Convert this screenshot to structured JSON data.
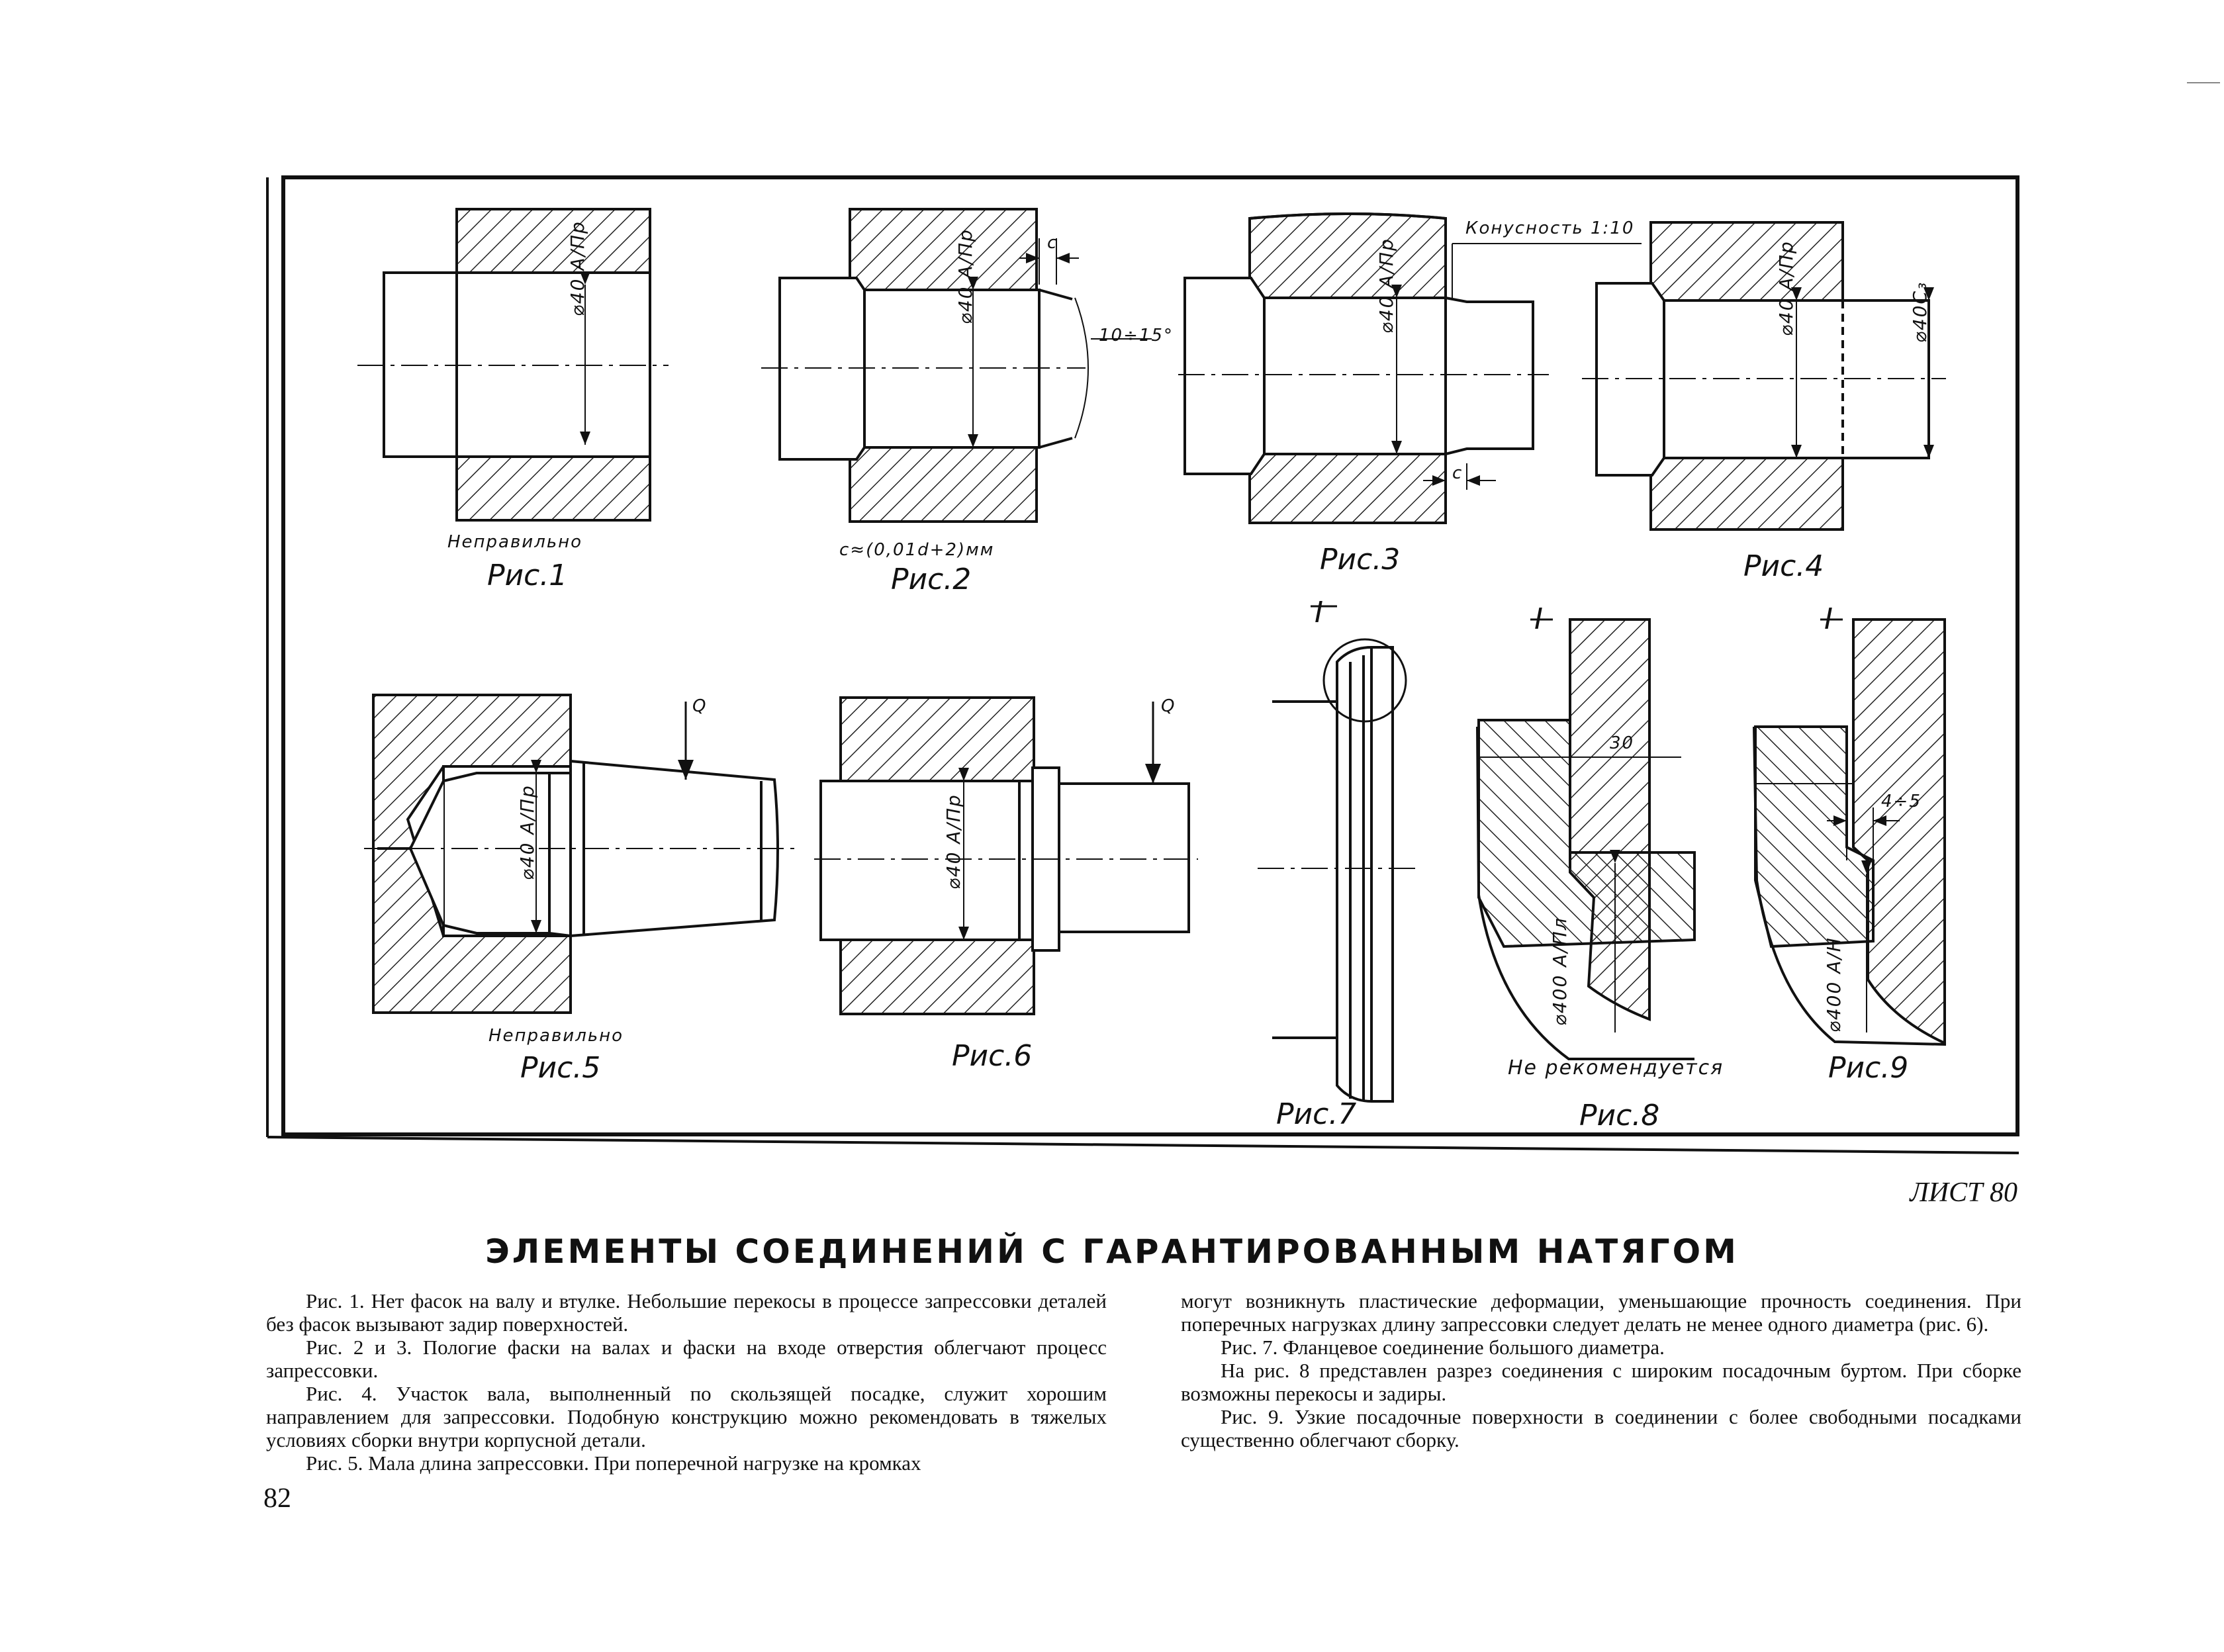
{
  "sheet": {
    "label": "ЛИСТ 80"
  },
  "title": "ЭЛЕМЕНТЫ СОЕДИНЕНИЙ С ГАРАНТИРОВАННЫМ НАТЯГОМ",
  "page_number": "82",
  "figures": {
    "fig1": {
      "caption": "Рис.1",
      "note": "Неправильно",
      "fit": "⌀40 А/Пр"
    },
    "fig2": {
      "caption": "Рис.2",
      "note": "c≈(0,01d+2)мм",
      "fit": "⌀40 А/Пр",
      "angle": "10÷15°",
      "chamfer": "c"
    },
    "fig3": {
      "caption": "Рис.3",
      "taper": "Конусность 1:10",
      "fit": "⌀40 А/Пр",
      "chamfer": "c"
    },
    "fig4": {
      "caption": "Рис.4",
      "fit": "⌀40 А/Пр",
      "fit2": "⌀40С₃"
    },
    "fig5": {
      "caption": "Рис.5",
      "note": "Неправильно",
      "fit": "⌀40 А/Пр",
      "load": "Q"
    },
    "fig6": {
      "caption": "Рис.6",
      "fit": "⌀40 А/Пр",
      "load": "Q"
    },
    "fig7": {
      "caption": "Рис.7",
      "detail": "I"
    },
    "fig8": {
      "caption": "Рис.8",
      "note": "Не рекомендуется",
      "detail": "I",
      "dim": "30",
      "fit": "⌀400 А/Пл"
    },
    "fig9": {
      "caption": "Рис.9",
      "detail": "I",
      "dim": "4÷5",
      "fit": "⌀400 А/Н"
    }
  },
  "text": {
    "left": [
      "Рис. 1. Нет фасок на валу и втулке. Небольшие перекосы в процессе запрессовки деталей без фасок вызывают задир поверхностей.",
      "Рис. 2 и 3. Пологие фаски на валах и фаски на входе отверстия облегчают процесс запрессовки.",
      "Рис. 4. Участок вала, выполненный по скользящей посадке, служит хорошим направлением для запрессовки. Подобную конструкцию можно рекомендовать в тяжелых условиях сборки внутри корпусной детали.",
      "Рис. 5. Мала длина запрессовки. При поперечной нагрузке на кромках"
    ],
    "right": [
      "могут возникнуть пластические деформации, уменьшающие прочность соединения. При поперечных нагрузках длину запрессовки следует делать не менее одного диаметра (рис. 6).",
      "Рис. 7. Фланцевое соединение большого диаметра.",
      "На рис. 8 представлен разрез соединения с широким посадочным буртом. При сборке возможны перекосы и задиры.",
      "Рис. 9. Узкие посадочные поверхности в соединении с более свободными посадками существенно облегчают сборку."
    ]
  }
}
